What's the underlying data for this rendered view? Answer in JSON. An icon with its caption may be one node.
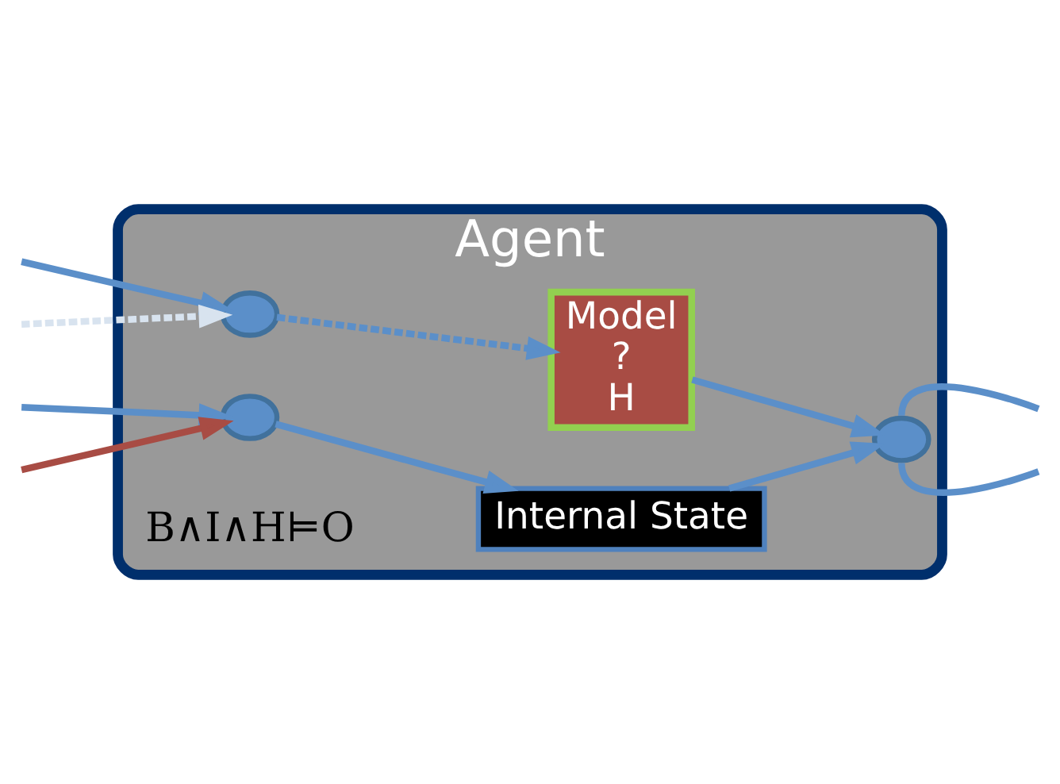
{
  "diagram": {
    "nodes": [
      {
        "text": [
          "Agent"
        ]
      },
      {
        "text": [],
        "shape": "circle",
        "in": 0
      },
      {
        "text": [],
        "shape": "circle",
        "in": 0
      },
      {
        "text": [
          "Model",
          "?",
          "H"
        ],
        "in": 0
      },
      {
        "text": [
          "Internal State"
        ],
        "in": 0
      },
      {
        "text": [],
        "shape": "circle",
        "in": 0
      }
    ],
    "edges": [
      {
        "from": null,
        "to": 1,
        "arrow": "to"
      },
      {
        "from": null,
        "to": 1,
        "arrow": "to",
        "style": "dashed",
        "color": "#d8e3ef"
      },
      {
        "from": null,
        "to": 2,
        "arrow": "to",
        "color": "#a84c44"
      },
      {
        "from": null,
        "to": 2,
        "arrow": "to"
      },
      {
        "from": 1,
        "to": 3,
        "arrow": "to",
        "style": "dashed"
      },
      {
        "from": 2,
        "to": 4,
        "arrow": "to"
      },
      {
        "from": 3,
        "to": 5,
        "arrow": "to"
      },
      {
        "from": 4,
        "to": 5,
        "arrow": "to"
      },
      {
        "from": 5,
        "to": null,
        "arrow": "none"
      },
      {
        "from": 5,
        "to": null,
        "arrow": "none"
      }
    ],
    "labels": [
      "B∧I∧H⊨O"
    ]
  }
}
